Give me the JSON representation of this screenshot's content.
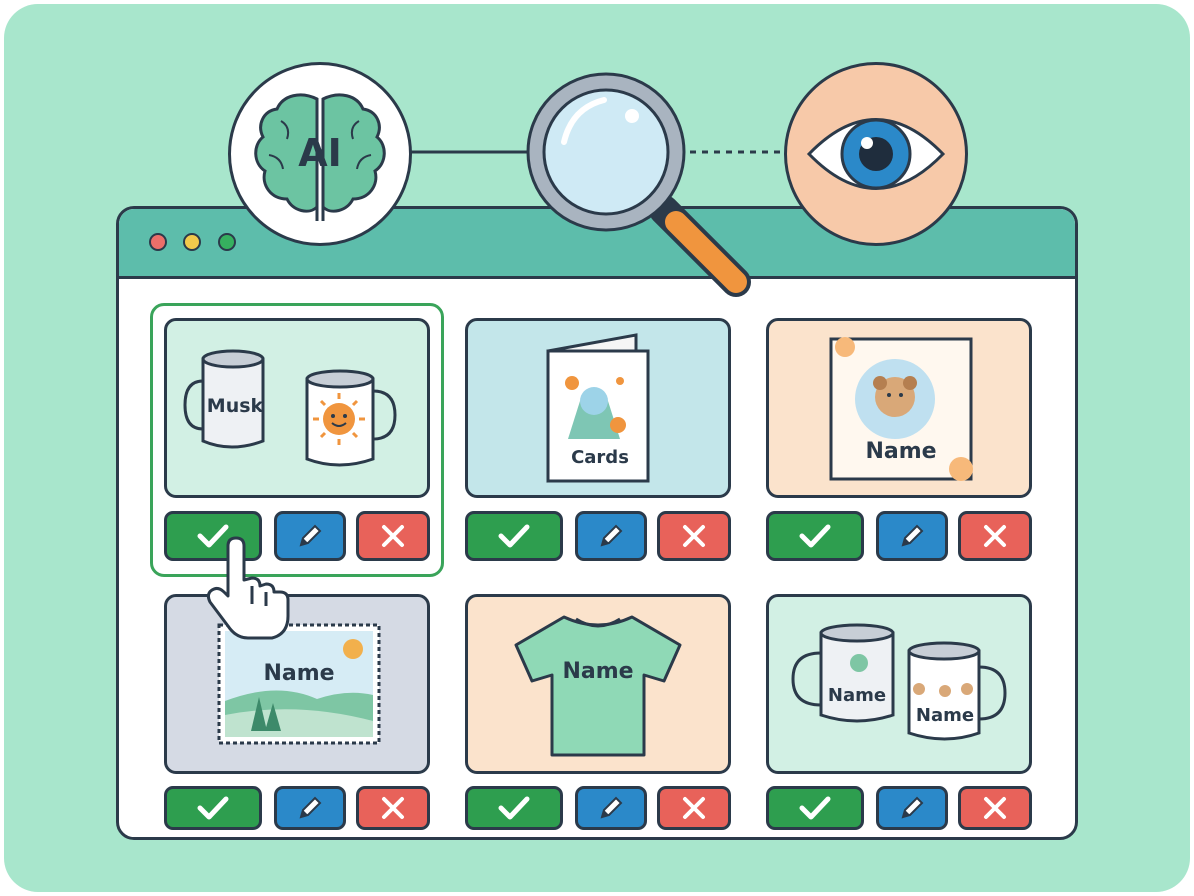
{
  "hub": {
    "ai_badge": "AI"
  },
  "products": [
    {
      "id": "mug-musk",
      "labels": [
        "Musk"
      ]
    },
    {
      "id": "card",
      "labels": [
        "Cards"
      ]
    },
    {
      "id": "frame",
      "labels": [
        "Name"
      ]
    },
    {
      "id": "postcard",
      "labels": [
        "Name"
      ]
    },
    {
      "id": "tshirt",
      "labels": [
        "Name"
      ]
    },
    {
      "id": "mugs-pair",
      "labels": [
        "Name",
        "Name"
      ]
    }
  ],
  "actions": {
    "approve_icon": "check-icon",
    "edit_icon": "pencil-icon",
    "reject_icon": "x-icon"
  },
  "colors": {
    "background": "#a8e6cc",
    "titlebar": "#5dbdab",
    "approve": "#2e9e4f",
    "edit": "#2b89c9",
    "reject": "#e8625a",
    "selection": "#3aa45a"
  },
  "selected_index": 0
}
